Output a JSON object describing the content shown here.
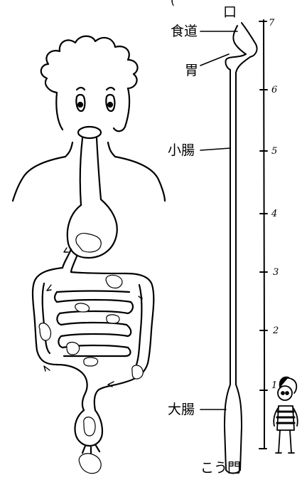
{
  "top_partial": "(",
  "labels": {
    "mouth": "口",
    "esophagus": "食道",
    "stomach": "胃",
    "small_intestine": "小腸",
    "large_intestine": "大腸",
    "anus": "こう門"
  },
  "scale": {
    "ticks": [
      "7",
      "6",
      "5",
      "4",
      "3",
      "2",
      "1"
    ]
  },
  "icons": {
    "person": "child-figure-icon",
    "body": "digestive-body-icon"
  }
}
